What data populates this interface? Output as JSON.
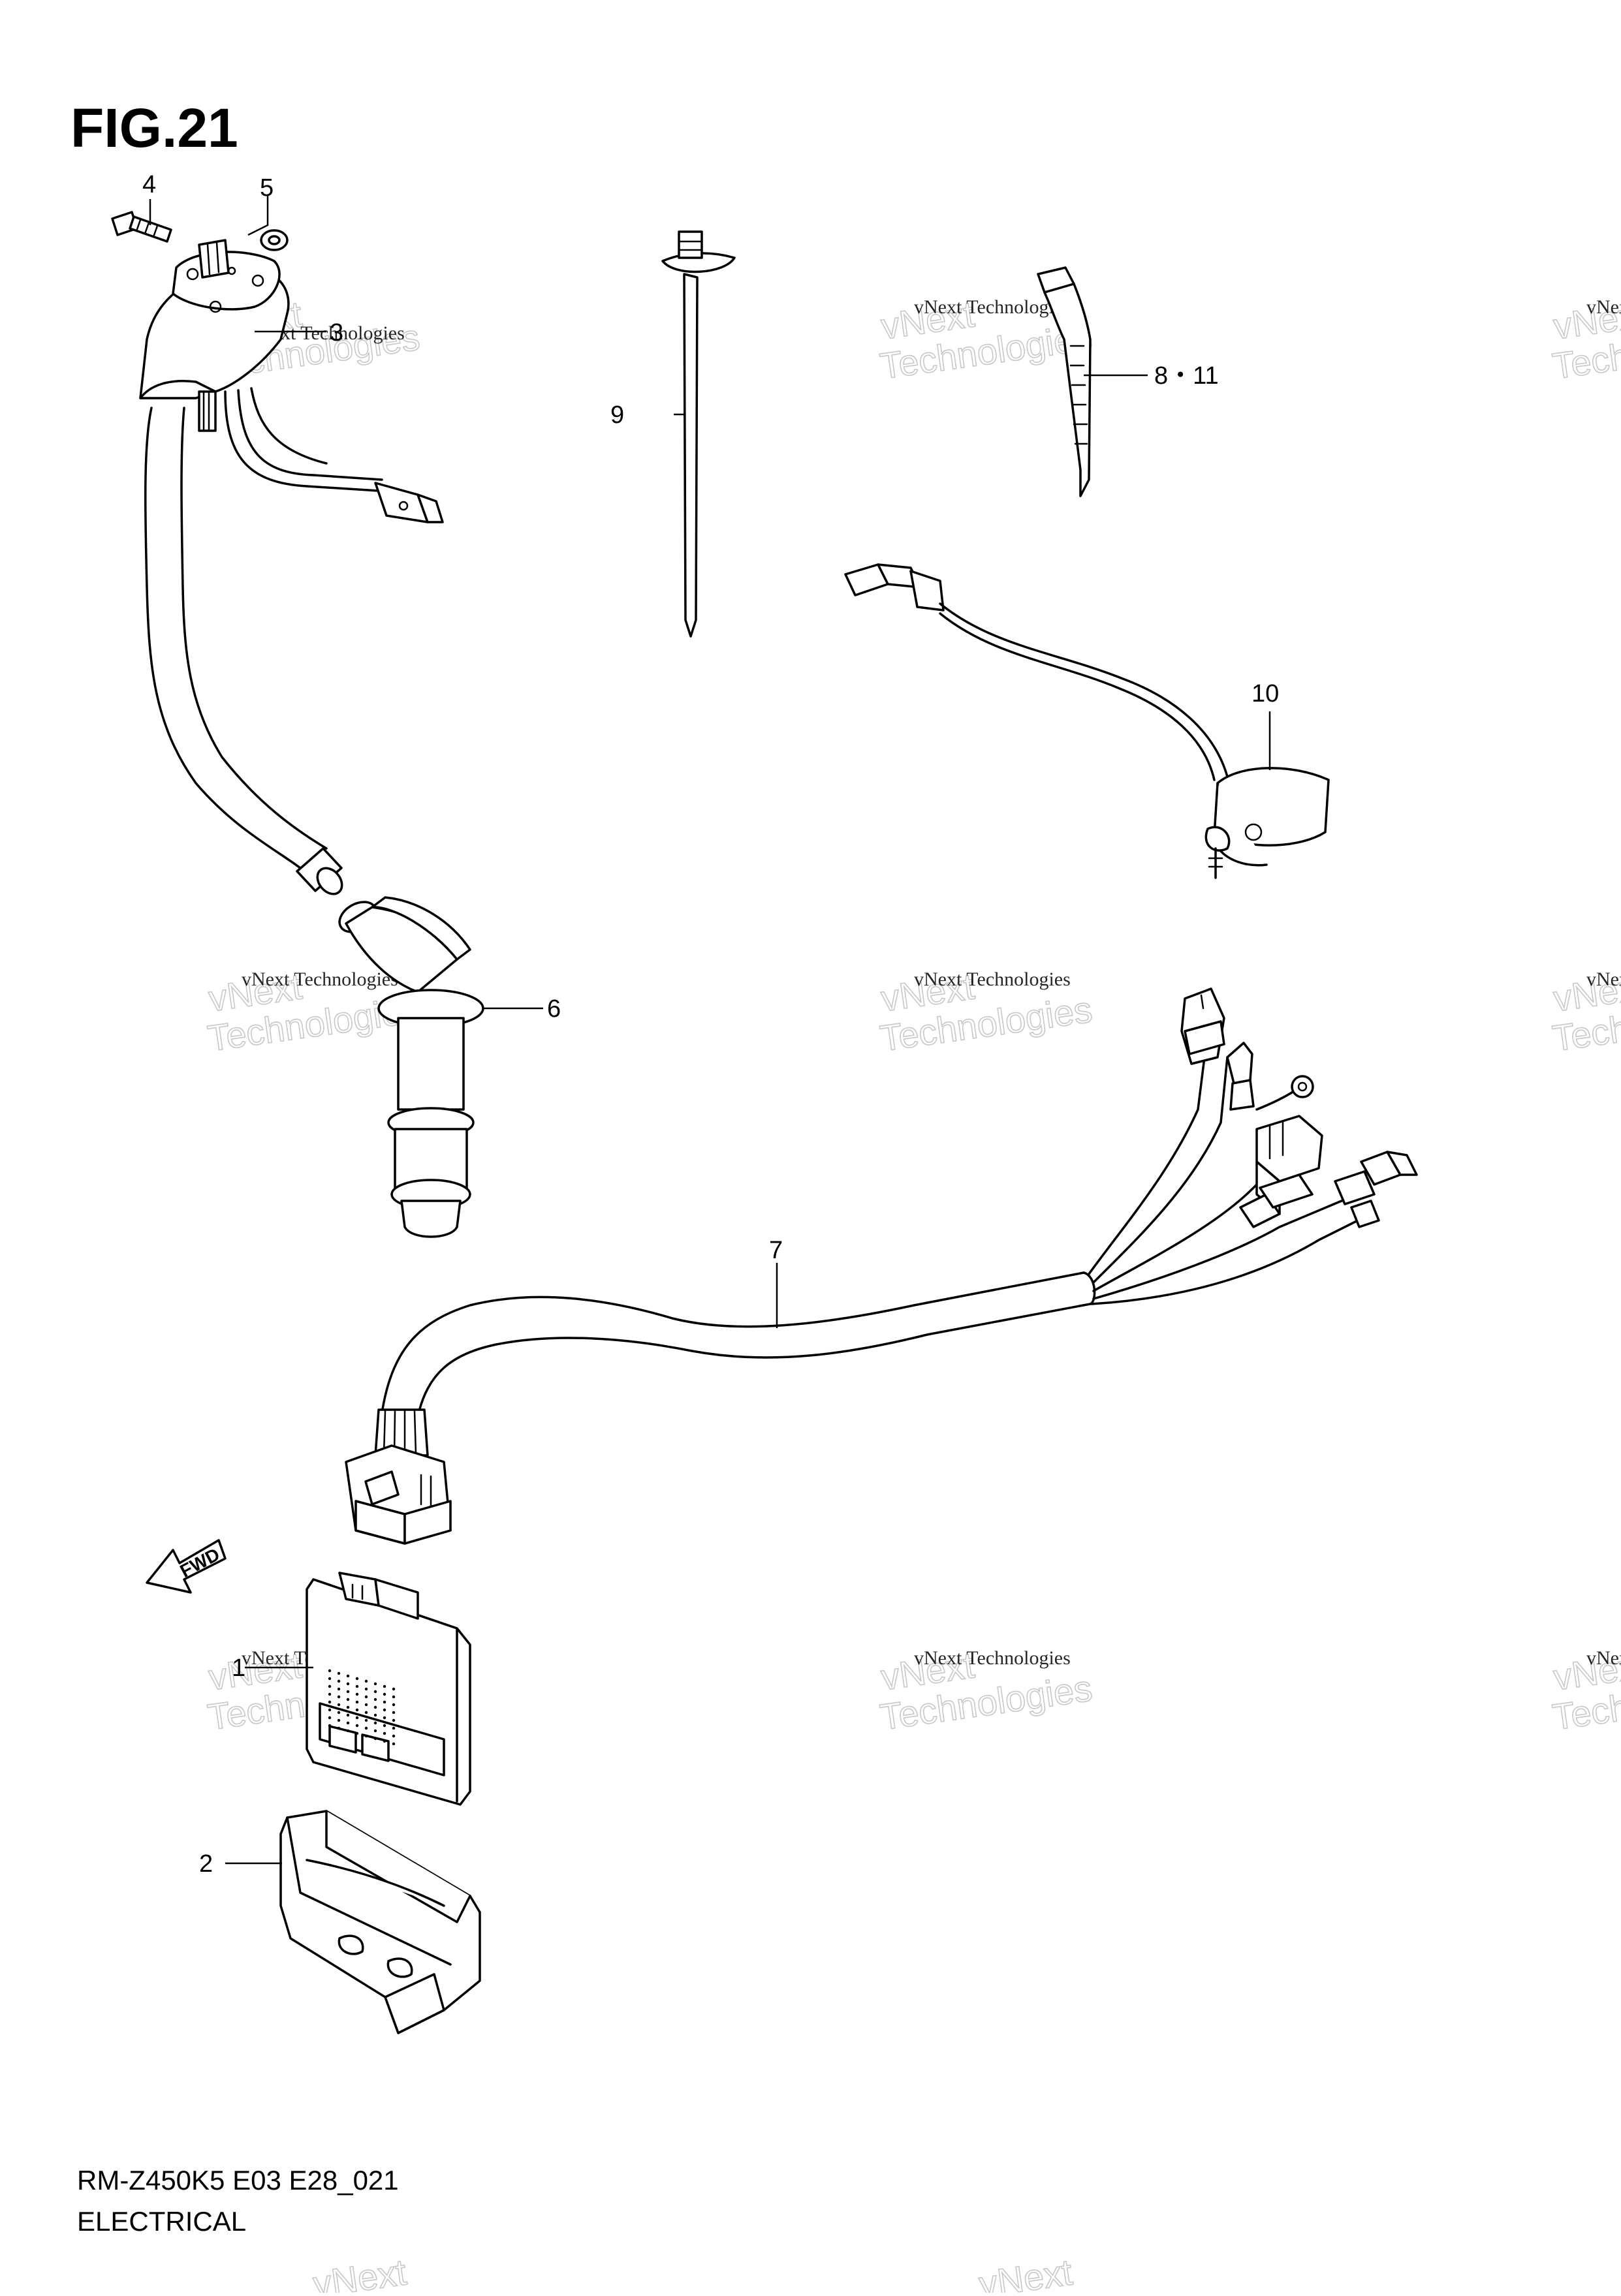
{
  "figure": {
    "title": "FIG.21",
    "model_code": "RM-Z450K5 E03 E28_021",
    "section_name": "ELECTRICAL"
  },
  "callouts": [
    {
      "id": "c1",
      "label": "1"
    },
    {
      "id": "c2",
      "label": "2"
    },
    {
      "id": "c3",
      "label": "3"
    },
    {
      "id": "c4",
      "label": "4"
    },
    {
      "id": "c5",
      "label": "5"
    },
    {
      "id": "c6",
      "label": "6"
    },
    {
      "id": "c7",
      "label": "7"
    },
    {
      "id": "c8",
      "label": "8・11"
    },
    {
      "id": "c9",
      "label": "9"
    },
    {
      "id": "c10",
      "label": "10"
    }
  ],
  "direction_marker": {
    "label": "FWD"
  },
  "watermark": {
    "line1": "vNext Technologies",
    "big_top": "vNext",
    "big_bottom": "Technologies"
  }
}
